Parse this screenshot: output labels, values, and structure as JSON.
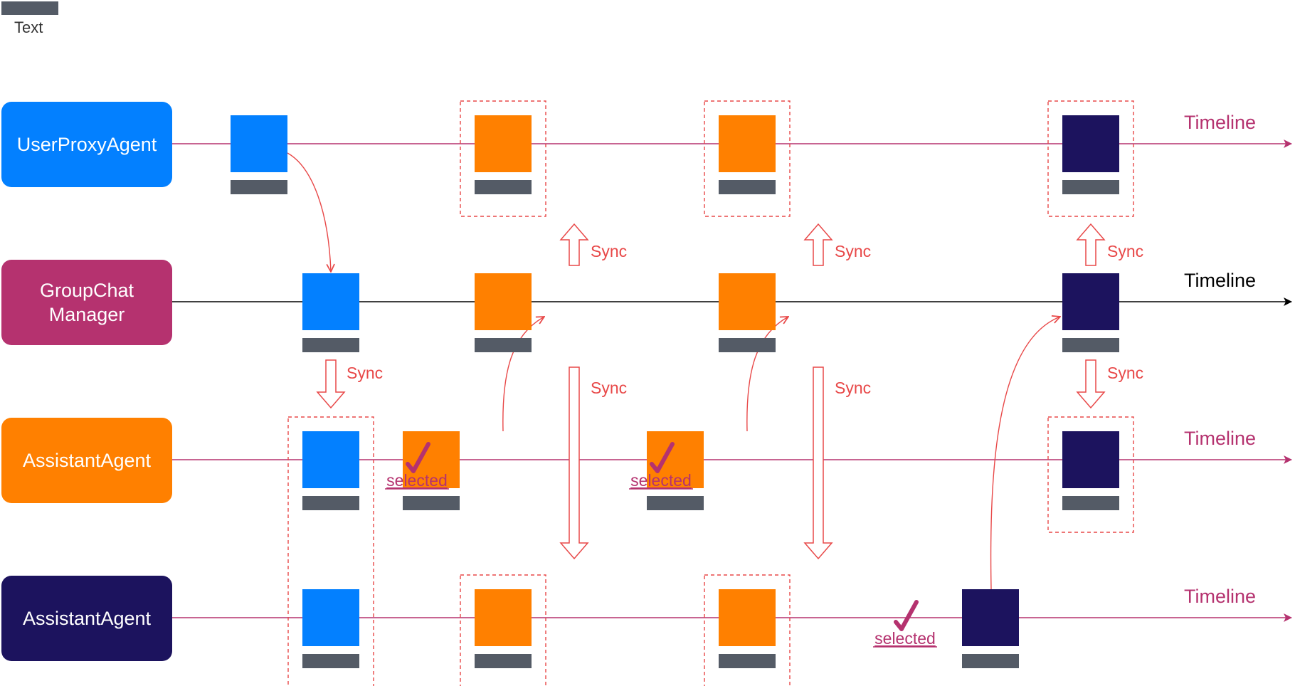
{
  "legend": {
    "label": "Text"
  },
  "colors": {
    "user_proxy": "#0380ff",
    "manager": "#b5326f",
    "assistant_1": "#ff8000",
    "assistant_2": "#1c135e",
    "caption_bar": "#545b66",
    "sync": "#e84848",
    "selected": "#b5326f"
  },
  "lanes": [
    {
      "id": "user-proxy",
      "label": "UserProxyAgent",
      "timeline": "Timeline",
      "color": "user_proxy"
    },
    {
      "id": "groupchat-manager",
      "label": "GroupChat\nManager",
      "timeline": "Timeline",
      "color": "manager"
    },
    {
      "id": "assistant-agent-1",
      "label": "AssistantAgent",
      "timeline": "Timeline",
      "color": "assistant_1"
    },
    {
      "id": "assistant-agent-2",
      "label": "AssistantAgent",
      "timeline": "Timeline",
      "color": "assistant_2"
    }
  ],
  "annotations": {
    "sync": "Sync",
    "selected": "selected"
  }
}
